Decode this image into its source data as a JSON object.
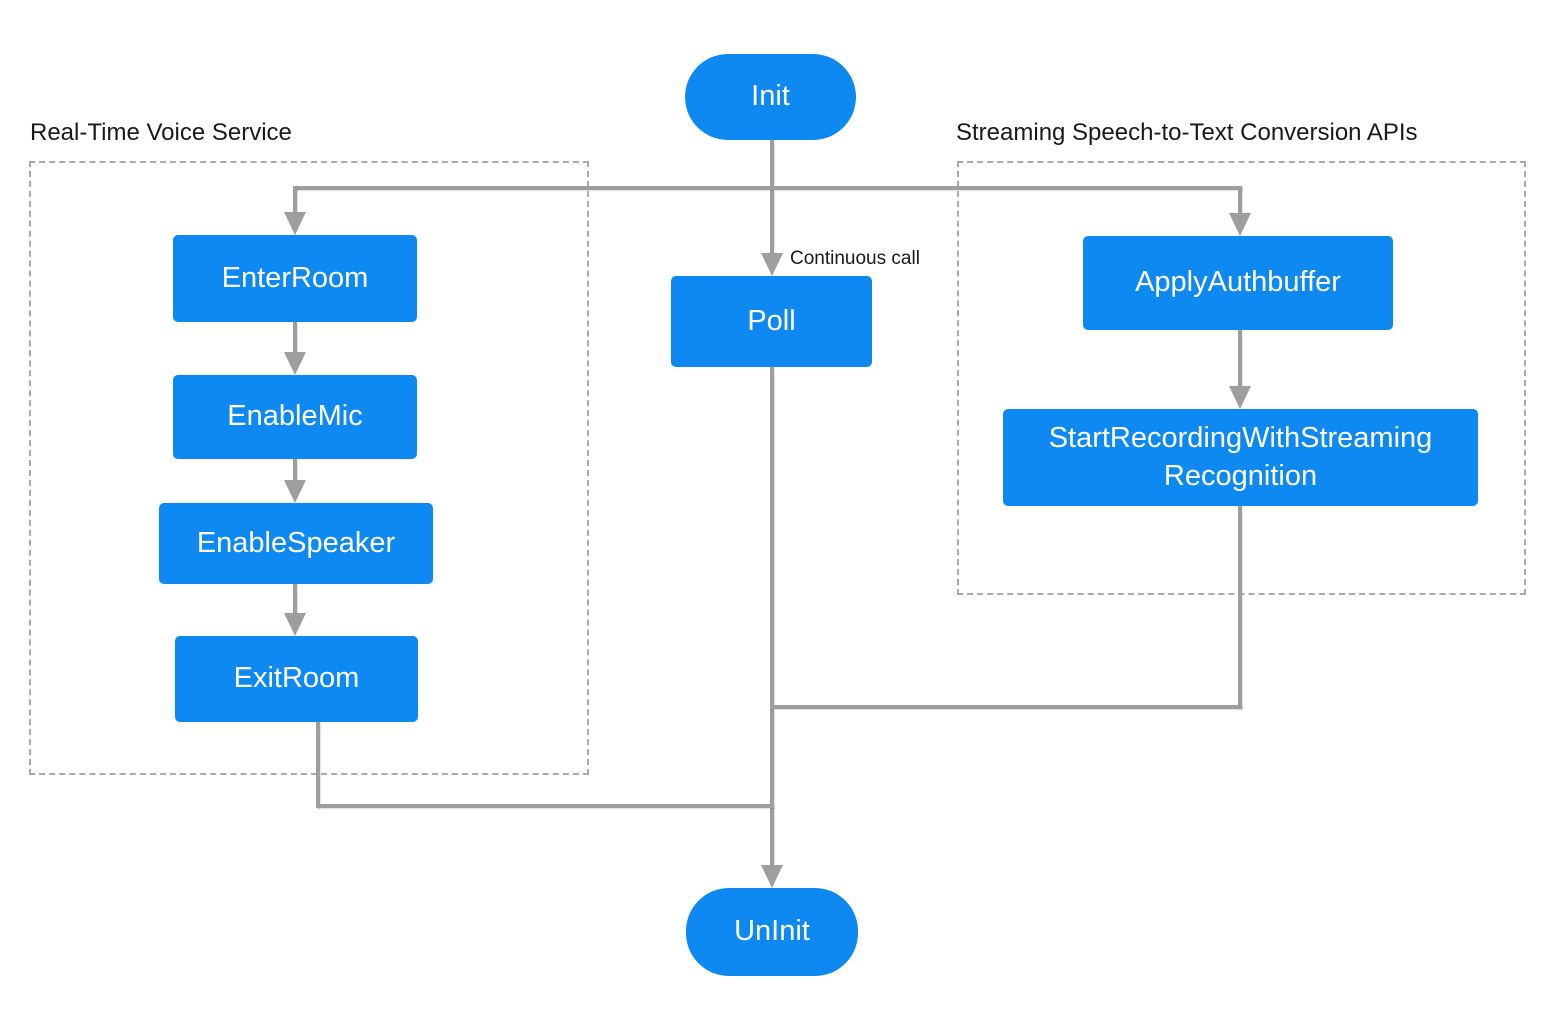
{
  "diagram": {
    "groups": {
      "left": {
        "title": "Real-Time Voice Service"
      },
      "right": {
        "title": "Streaming Speech-to-Text Conversion APIs"
      }
    },
    "annotation": {
      "text": "Continuous call"
    },
    "nodes": {
      "init": {
        "label": "Init"
      },
      "enter_room": {
        "label": "EnterRoom"
      },
      "enable_mic": {
        "label": "EnableMic"
      },
      "enable_speaker": {
        "label": "EnableSpeaker"
      },
      "exit_room": {
        "label": "ExitRoom"
      },
      "poll": {
        "label": "Poll"
      },
      "apply_authbuffer": {
        "label": "ApplyAuthbuffer"
      },
      "start_recording": {
        "label_line1": "StartRecordingWithStreaming",
        "label_line2": "Recognition"
      },
      "uninit": {
        "label": "UnInit"
      }
    },
    "colors": {
      "node_fill": "#0E89F2",
      "node_text": "#FFFFFF",
      "connector": "#9E9E9E",
      "group_border": "#ABABAB",
      "title_text": "#1A1A1A"
    }
  }
}
